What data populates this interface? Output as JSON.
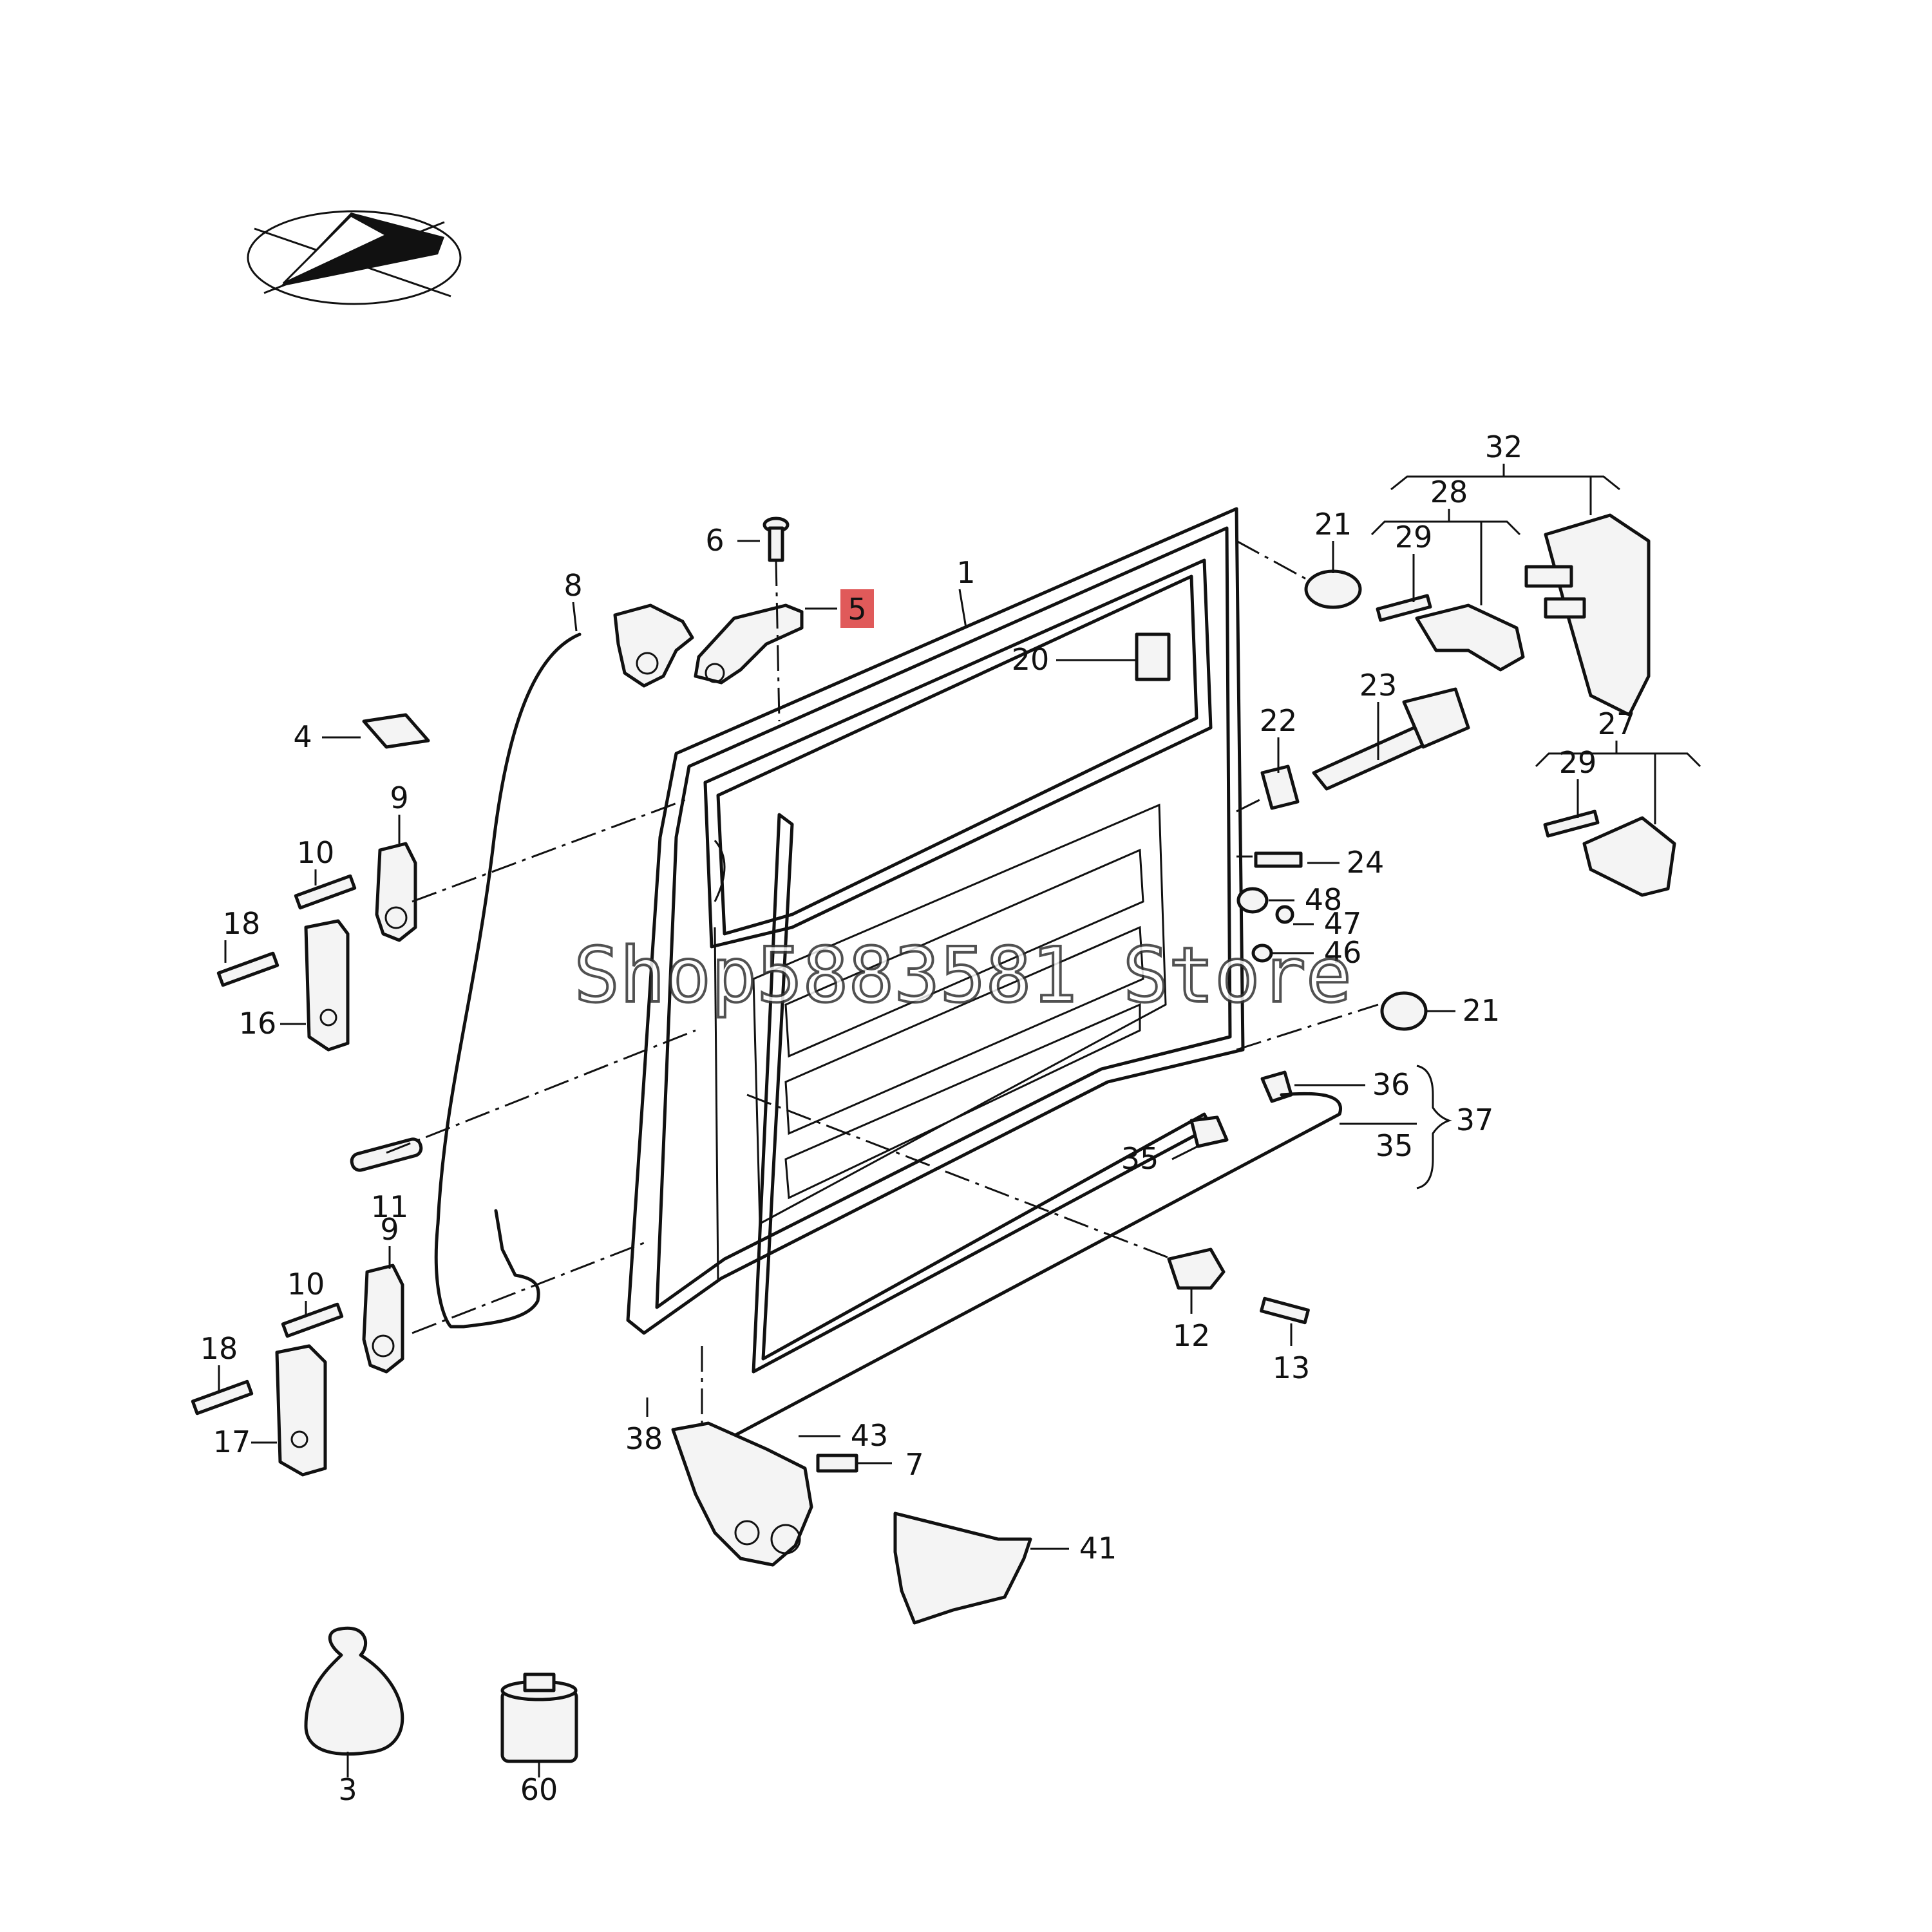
{
  "diagram": {
    "highlight_color": "#e05a5a",
    "line_color": "#111111",
    "watermark": "Shop5883581 Store",
    "callouts": [
      {
        "id": "c1",
        "label": "1"
      },
      {
        "id": "c3",
        "label": "3"
      },
      {
        "id": "c4",
        "label": "4"
      },
      {
        "id": "c5",
        "label": "5",
        "highlighted": true
      },
      {
        "id": "c6",
        "label": "6"
      },
      {
        "id": "c7",
        "label": "7"
      },
      {
        "id": "c8",
        "label": "8"
      },
      {
        "id": "c9a",
        "label": "9"
      },
      {
        "id": "c9b",
        "label": "9"
      },
      {
        "id": "c10a",
        "label": "10"
      },
      {
        "id": "c10b",
        "label": "10"
      },
      {
        "id": "c11",
        "label": "11"
      },
      {
        "id": "c12",
        "label": "12"
      },
      {
        "id": "c13",
        "label": "13"
      },
      {
        "id": "c16",
        "label": "16"
      },
      {
        "id": "c17",
        "label": "17"
      },
      {
        "id": "c18a",
        "label": "18"
      },
      {
        "id": "c18b",
        "label": "18"
      },
      {
        "id": "c20",
        "label": "20"
      },
      {
        "id": "c21a",
        "label": "21"
      },
      {
        "id": "c21b",
        "label": "21"
      },
      {
        "id": "c22",
        "label": "22"
      },
      {
        "id": "c23",
        "label": "23"
      },
      {
        "id": "c24",
        "label": "24"
      },
      {
        "id": "c27",
        "label": "27"
      },
      {
        "id": "c28",
        "label": "28"
      },
      {
        "id": "c29a",
        "label": "29"
      },
      {
        "id": "c29b",
        "label": "29"
      },
      {
        "id": "c32",
        "label": "32"
      },
      {
        "id": "c35a",
        "label": "35"
      },
      {
        "id": "c35b",
        "label": "35"
      },
      {
        "id": "c36",
        "label": "36"
      },
      {
        "id": "c37",
        "label": "37"
      },
      {
        "id": "c38",
        "label": "38"
      },
      {
        "id": "c41",
        "label": "41"
      },
      {
        "id": "c43",
        "label": "43"
      },
      {
        "id": "c46",
        "label": "46"
      },
      {
        "id": "c47",
        "label": "47"
      },
      {
        "id": "c48",
        "label": "48"
      },
      {
        "id": "c60",
        "label": "60"
      }
    ]
  }
}
